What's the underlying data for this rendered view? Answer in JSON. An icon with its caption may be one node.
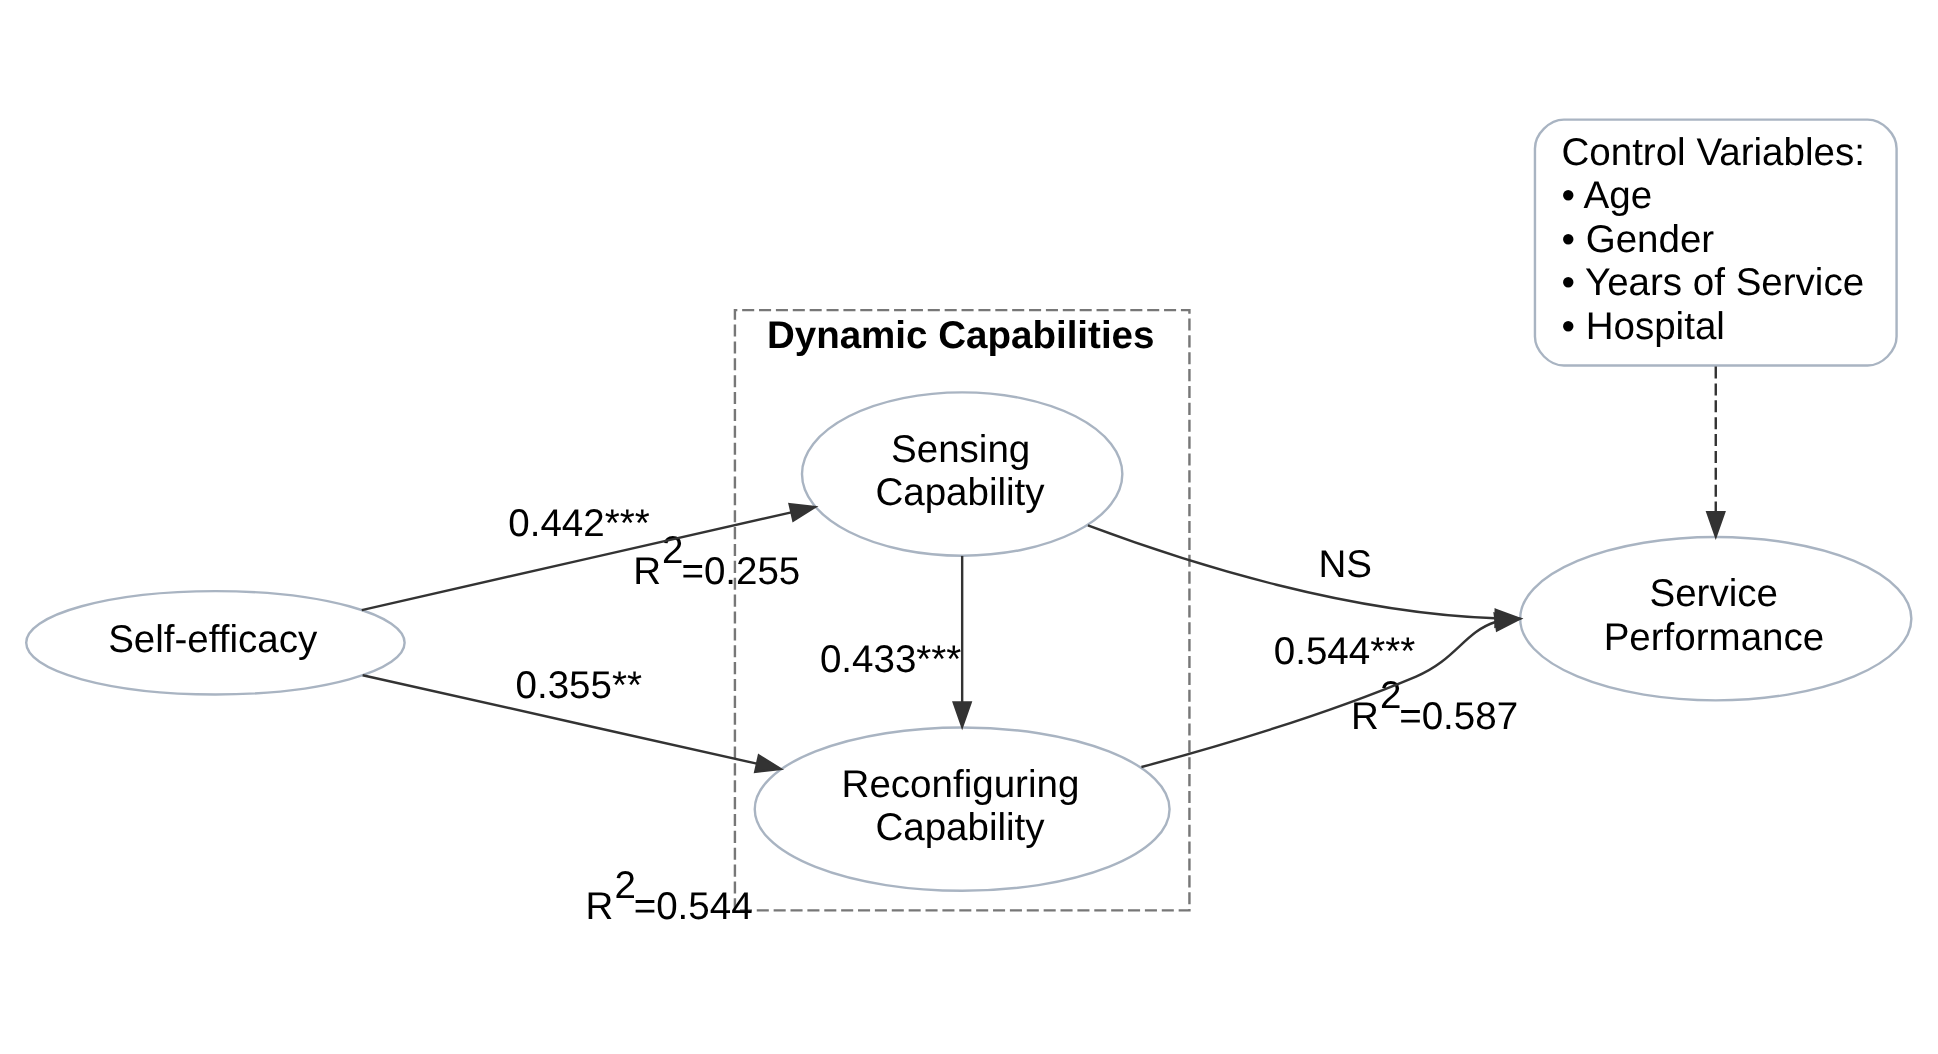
{
  "diagram": {
    "nodes": [
      {
        "text": [
          "Self-efficacy"
        ]
      },
      {
        "text": [
          "Dynamic Capabilities"
        ]
      },
      {
        "text": [
          "Sensing Capability"
        ],
        "in": 1,
        "beside": [
          "R$^{2}$=0.255"
        ]
      },
      {
        "text": [
          "Reconfiguring Capability"
        ],
        "in": 1,
        "beside": [
          "R$^{2}$=0.544"
        ]
      },
      {
        "text": [
          "Service Performance"
        ],
        "beside": [
          "R$^{2}$=0.587"
        ]
      },
      {
        "text": [
          "Control Variables:",
          "• Age",
          "• Gender",
          "• Years of Service",
          "• Hospital"
        ]
      }
    ],
    "edges": [
      {
        "from": 0,
        "to": 2,
        "arrow": "to",
        "label": "0.442***"
      },
      {
        "from": 0,
        "to": 3,
        "arrow": "to",
        "label": "0.355**"
      },
      {
        "from": 2,
        "to": 3,
        "arrow": "to",
        "label": "0.433***"
      },
      {
        "from": 2,
        "to": 4,
        "arrow": "to",
        "label": "NS"
      },
      {
        "from": 3,
        "to": 4,
        "arrow": "to",
        "label": "0.544***"
      },
      {
        "from": 5,
        "to": 4,
        "arrow": "to",
        "style": "dashed"
      }
    ]
  }
}
